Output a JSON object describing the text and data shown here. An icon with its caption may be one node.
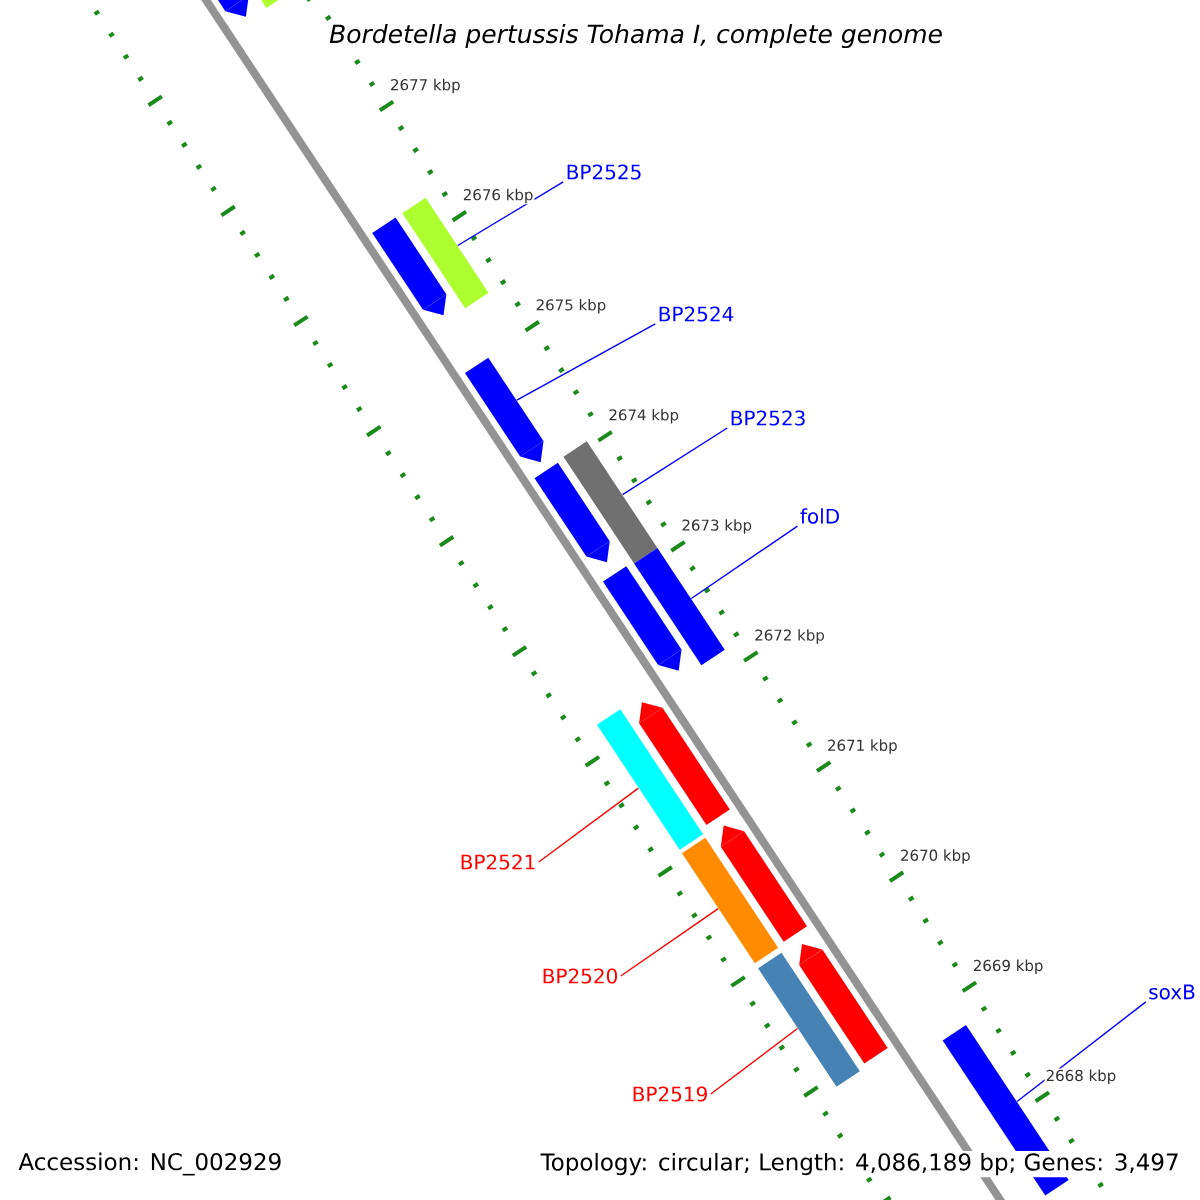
{
  "diagram": {
    "title": "Bordetella pertussis Tohama I, complete genome",
    "nodes": [
      {
        "text": [
          "BP2525"
        ]
      },
      {
        "text": [
          "BP2524"
        ]
      },
      {
        "text": [
          "BP2523"
        ]
      },
      {
        "text": [
          "folD"
        ]
      },
      {
        "text": [
          "BP2521"
        ]
      },
      {
        "text": [
          "BP2520"
        ]
      },
      {
        "text": [
          "soxB"
        ]
      },
      {
        "text": [
          "BP2519"
        ]
      },
      {
        "text": [],
        "shape": "arrow"
      },
      {
        "text": [],
        "shape": "bar"
      },
      {
        "text": [],
        "shape": "arrow"
      },
      {
        "text": [],
        "shape": "bar"
      },
      {
        "text": [],
        "shape": "arrow"
      },
      {
        "text": [],
        "shape": "bar"
      },
      {
        "text": [],
        "shape": "arrow"
      },
      {
        "text": [],
        "shape": "arrow"
      },
      {
        "text": [],
        "shape": "bar"
      },
      {
        "text": [],
        "shape": "bar"
      },
      {
        "text": [],
        "shape": "arrow"
      },
      {
        "text": [],
        "shape": "bar"
      },
      {
        "text": [],
        "shape": "arrow"
      },
      {
        "text": [],
        "shape": "bar"
      },
      {
        "text": [],
        "shape": "arrow"
      },
      {
        "text": [],
        "shape": "bar"
      }
    ],
    "edges": [
      {
        "from": 0,
        "to": 11,
        "arrow": "none"
      },
      {
        "from": 1,
        "to": 12,
        "arrow": "none"
      },
      {
        "from": 2,
        "to": 13,
        "arrow": "none"
      },
      {
        "from": 3,
        "to": 16,
        "arrow": "none"
      },
      {
        "from": 4,
        "to": 17,
        "arrow": "none",
        "color": "#ff0000"
      },
      {
        "from": 5,
        "to": 19,
        "arrow": "none",
        "color": "#ff0000"
      },
      {
        "from": 6,
        "to": 23,
        "arrow": "none"
      },
      {
        "from": 7,
        "to": 21,
        "arrow": "none",
        "color": "#ff0000"
      }
    ],
    "labels": [
      "2677 kbp",
      "2676 kbp",
      "2675 kbp",
      "2674 kbp",
      "2673 kbp",
      "2672 kbp",
      "2671 kbp",
      "2670 kbp",
      "2669 kbp",
      "2668 kbp",
      "Accession: NC_002929",
      "Topology: circular; Length: 4,086,189 bp; Genes: 3,497"
    ]
  }
}
